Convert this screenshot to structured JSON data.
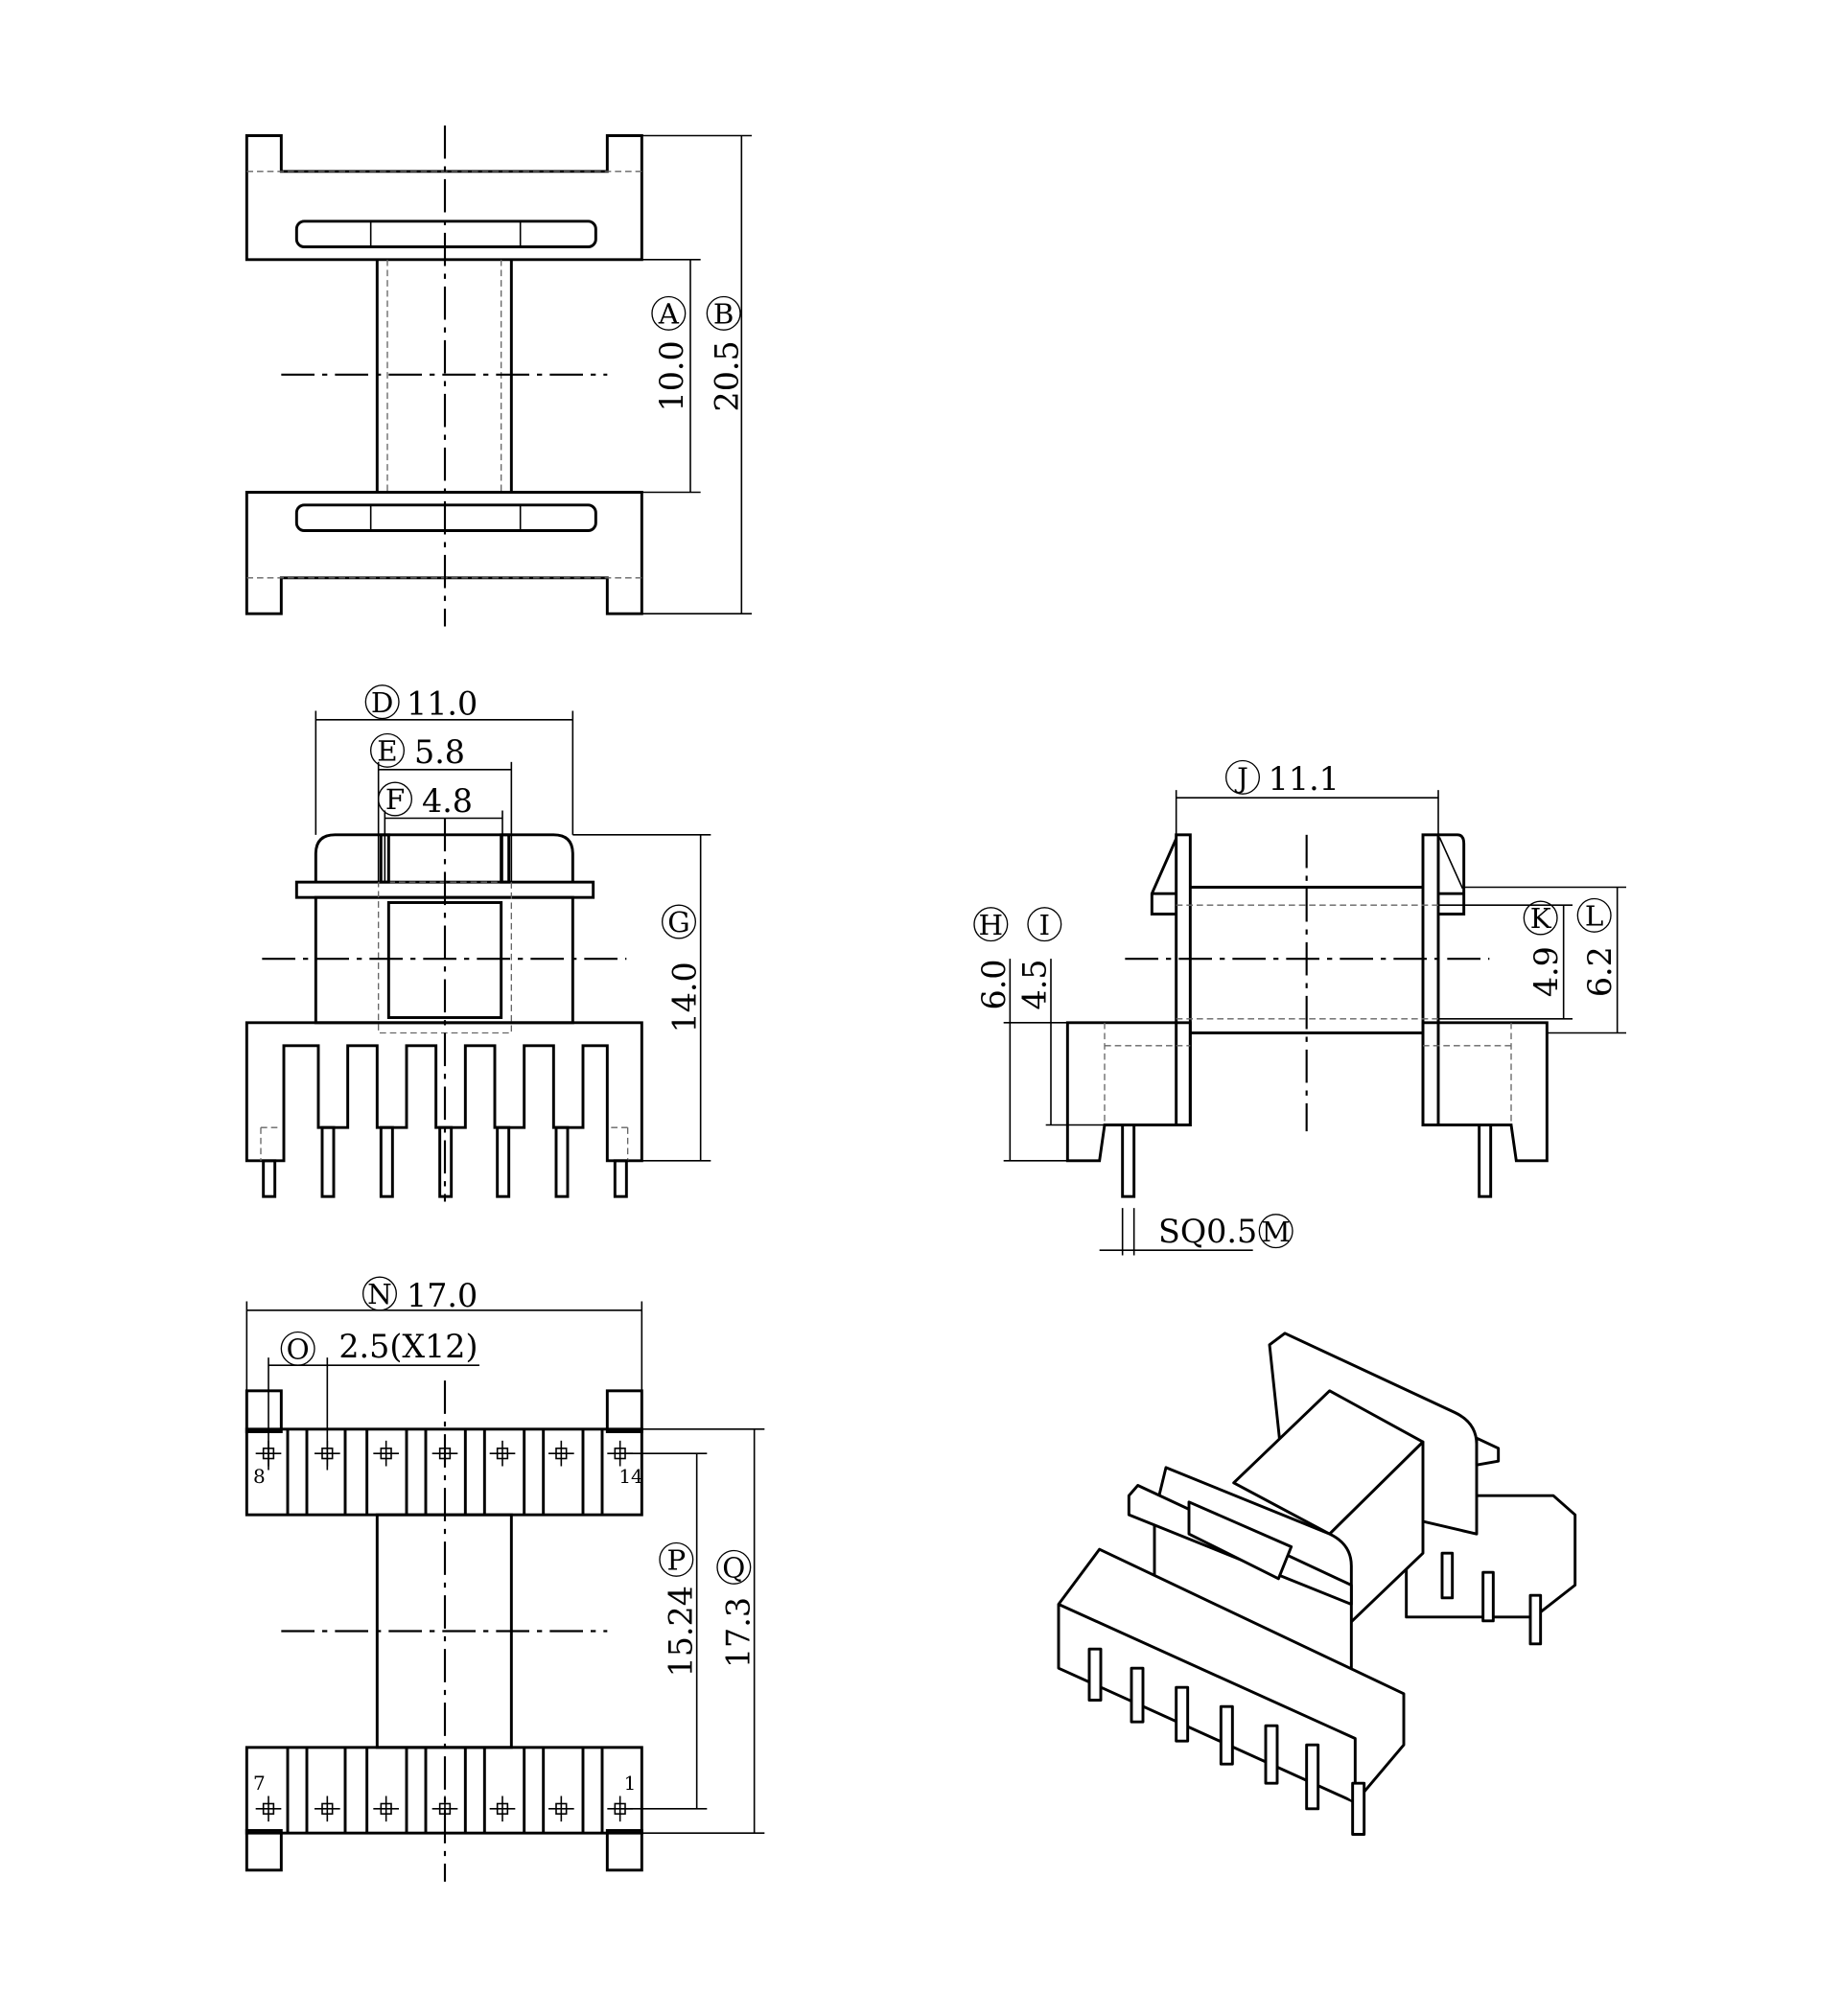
{
  "top_view": {
    "dims": [
      {
        "label": "A",
        "value": "10.0"
      },
      {
        "label": "B",
        "value": "20.5"
      }
    ]
  },
  "front_view": {
    "dims": [
      {
        "label": "D",
        "value": "11.0"
      },
      {
        "label": "E",
        "value": "5.8"
      },
      {
        "label": "F",
        "value": "4.8"
      },
      {
        "label": "G",
        "value": "14.0"
      }
    ]
  },
  "bottom_view": {
    "dims": [
      {
        "label": "N",
        "value": "17.0"
      },
      {
        "label": "O",
        "value": "2.5(X12)"
      },
      {
        "label": "P",
        "value": "15.24"
      },
      {
        "label": "Q",
        "value": "17.3"
      }
    ],
    "pin_numbers": [
      "8",
      "14",
      "7",
      "1"
    ]
  },
  "side_view": {
    "dims": [
      {
        "label": "J",
        "value": "11.1"
      },
      {
        "label": "H",
        "value": "6.0"
      },
      {
        "label": "I",
        "value": "4.5"
      },
      {
        "label": "K",
        "value": "4.9"
      },
      {
        "label": "L",
        "value": "6.2"
      },
      {
        "label": "M",
        "value": "SQ0.5"
      }
    ]
  }
}
